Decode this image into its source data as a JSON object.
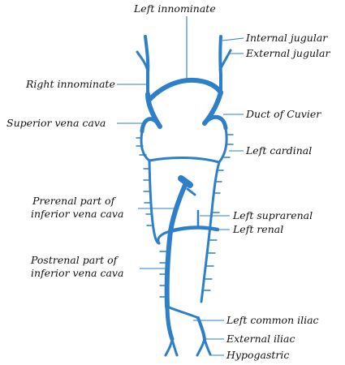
{
  "colors": {
    "vein": "#2e7fc9",
    "text": "#111111",
    "background": "#ffffff"
  },
  "labels": {
    "left_innominate": "Left innominate",
    "internal_jugular": "Internal jugular",
    "external_jugular": "External jugular",
    "right_innominate": "Right innominate",
    "superior_vena_cava": "Superior vena cava",
    "duct_of_cuvier": "Duct of Cuvier",
    "left_cardinal": "Left cardinal",
    "prerenal_line1": "Prerenal part of",
    "prerenal_line2": "inferior vena cava",
    "left_suprarenal": "Left suprarenal",
    "left_renal": "Left renal",
    "postrenal_line1": "Postrenal part of",
    "postrenal_line2": "inferior vena cava",
    "left_common_iliac": "Left common iliac",
    "external_iliac": "External iliac",
    "hypogastric": "Hypogastric"
  }
}
